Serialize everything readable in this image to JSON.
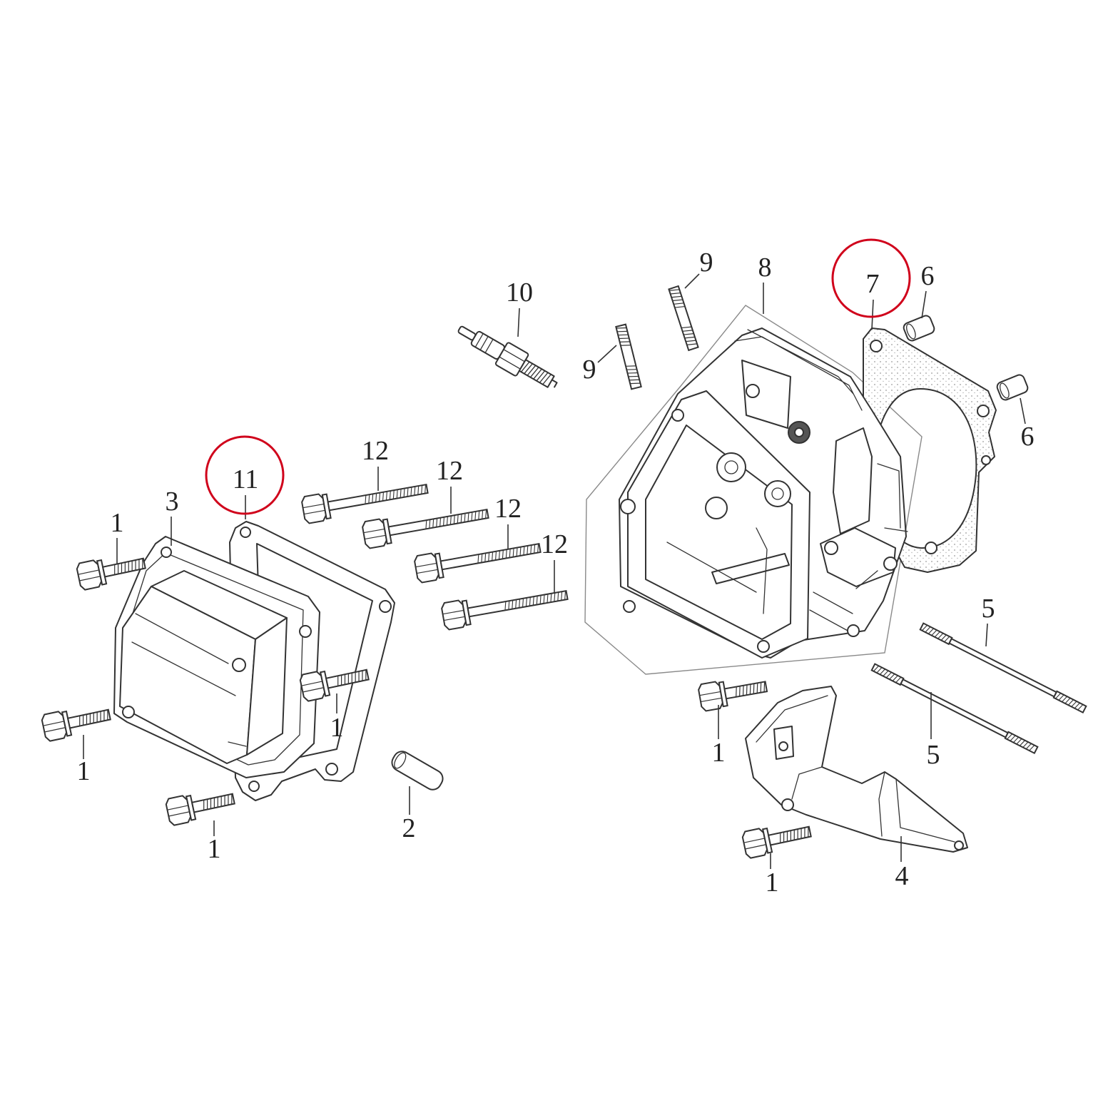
{
  "callouts": [
    "10",
    "9",
    "8",
    "7",
    "6",
    "9",
    "6",
    "12",
    "11",
    "12",
    "3",
    "12",
    "1",
    "12",
    "5",
    "1",
    "1",
    "5",
    "1",
    "2",
    "1",
    "4",
    "1"
  ],
  "highlighted": [
    "7",
    "11"
  ],
  "colors": {
    "highlight": "#d0021b",
    "line": "#333333",
    "background": "#ffffff"
  }
}
